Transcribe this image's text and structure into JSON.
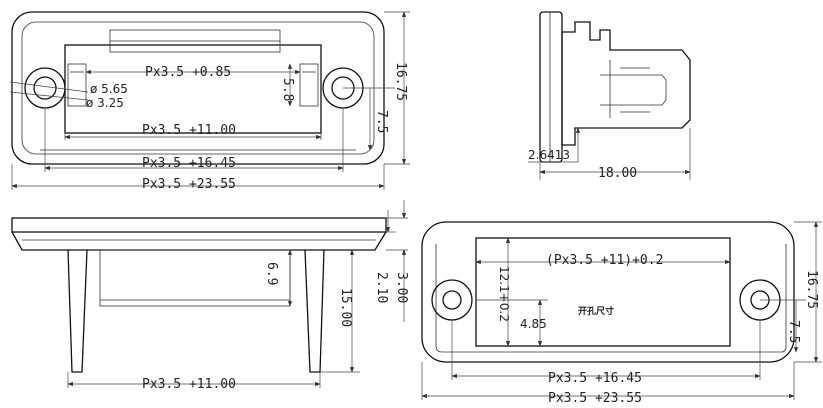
{
  "top_view": {
    "dim_inner_top": "Px3.5 +0.85",
    "dim_outer_hole_dia": "ø 5.65",
    "dim_inner_hole_dia": "ø 3.25",
    "dim_slot_height": "5.8",
    "dim_width": "16.75",
    "dim_hole_offset": "7.5",
    "dim_inner_bottom": "Px3.5 +11.00",
    "dim_hole_spacing": "Px3.5 +16.45",
    "dim_overall": "Px3.5 +23.55"
  },
  "side_view": {
    "dim_small": "2.6413",
    "dim_length": "18.00"
  },
  "front_view": {
    "dim_leg_height": "6.9",
    "dim_plate": "2.10",
    "dim_flange": "3.00",
    "dim_total_height": "15.00",
    "dim_bottom": "Px3.5 +11.00"
  },
  "cutout_view": {
    "dim_cut_width": "(Px3.5 +11)+0.2",
    "dim_cut_height": "12.1+0.2",
    "dim_center": "4.85",
    "label": "开孔尺寸",
    "dim_width": "16.75",
    "dim_hole_offset": "7.5",
    "dim_hole_spacing": "Px3.5 +16.45",
    "dim_overall": "Px3.5 +23.55"
  }
}
